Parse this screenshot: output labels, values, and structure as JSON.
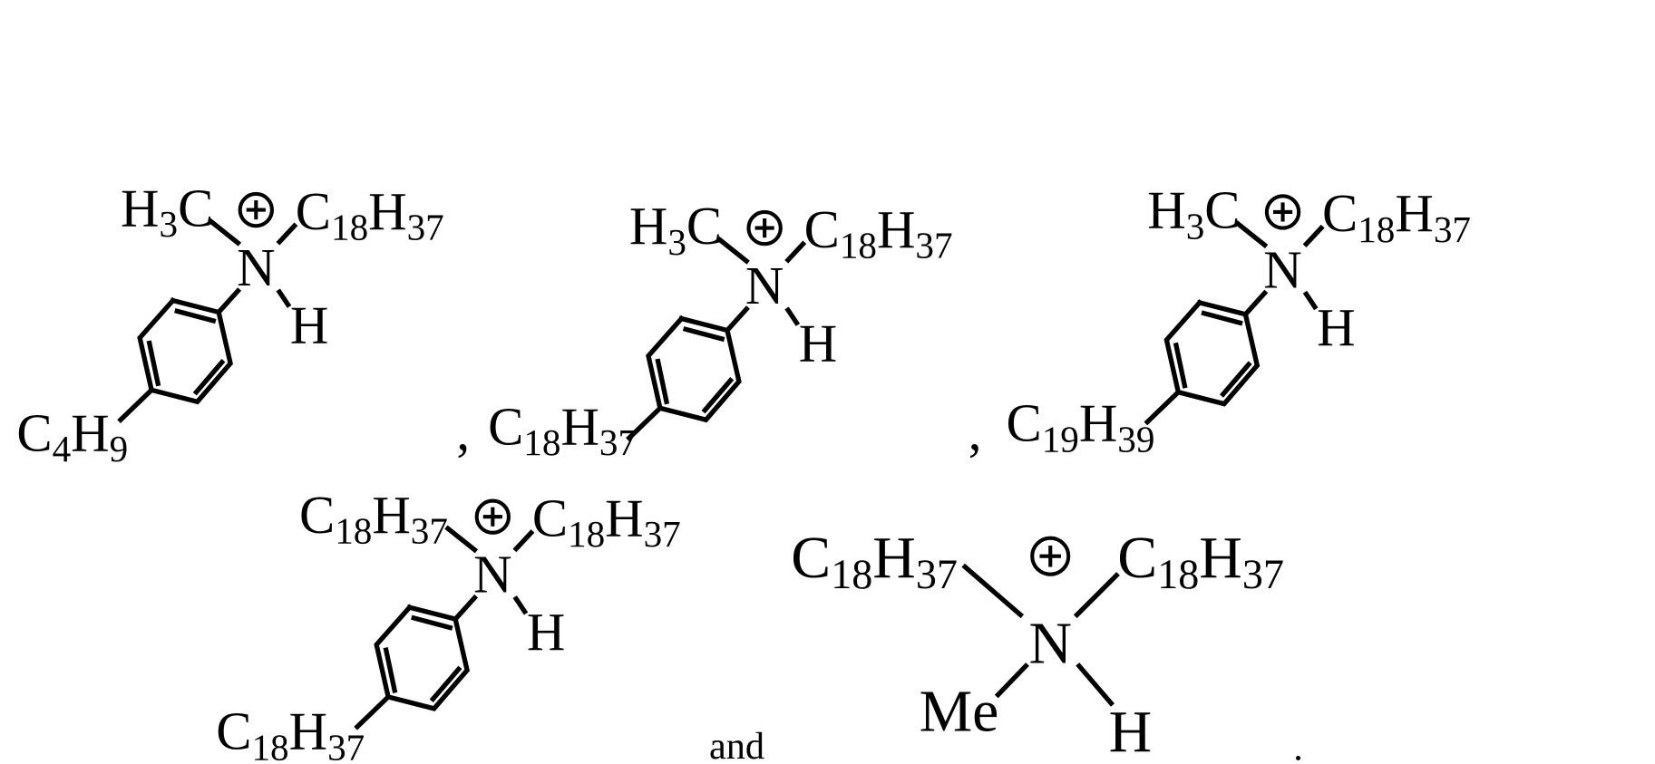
{
  "compounds": [
    {
      "left_group": "H3C",
      "right_group": "C18H37",
      "center_atom": "N",
      "h_atom": "H",
      "para_substituent": "C4H9",
      "charge": "+"
    },
    {
      "left_group": "H3C",
      "right_group": "C18H37",
      "center_atom": "N",
      "h_atom": "H",
      "para_substituent": "C18H37",
      "charge": "+"
    },
    {
      "left_group": "H3C",
      "right_group": "C18H37",
      "center_atom": "N",
      "h_atom": "H",
      "para_substituent": "C19H39",
      "charge": "+"
    },
    {
      "left_group": "C18H37",
      "right_group": "C18H37",
      "center_atom": "N",
      "h_atom": "H",
      "para_substituent": "C18H37",
      "charge": "+"
    },
    {
      "left_group": "C18H37",
      "right_group": "C18H37",
      "center_atom": "N",
      "h_atom": "H",
      "bottom_left_group": "Me",
      "charge": "+"
    }
  ],
  "separators": {
    "comma": ",",
    "conjunction": "and",
    "period": "."
  },
  "colors": {
    "ink": "#000000",
    "background": "#ffffff"
  }
}
